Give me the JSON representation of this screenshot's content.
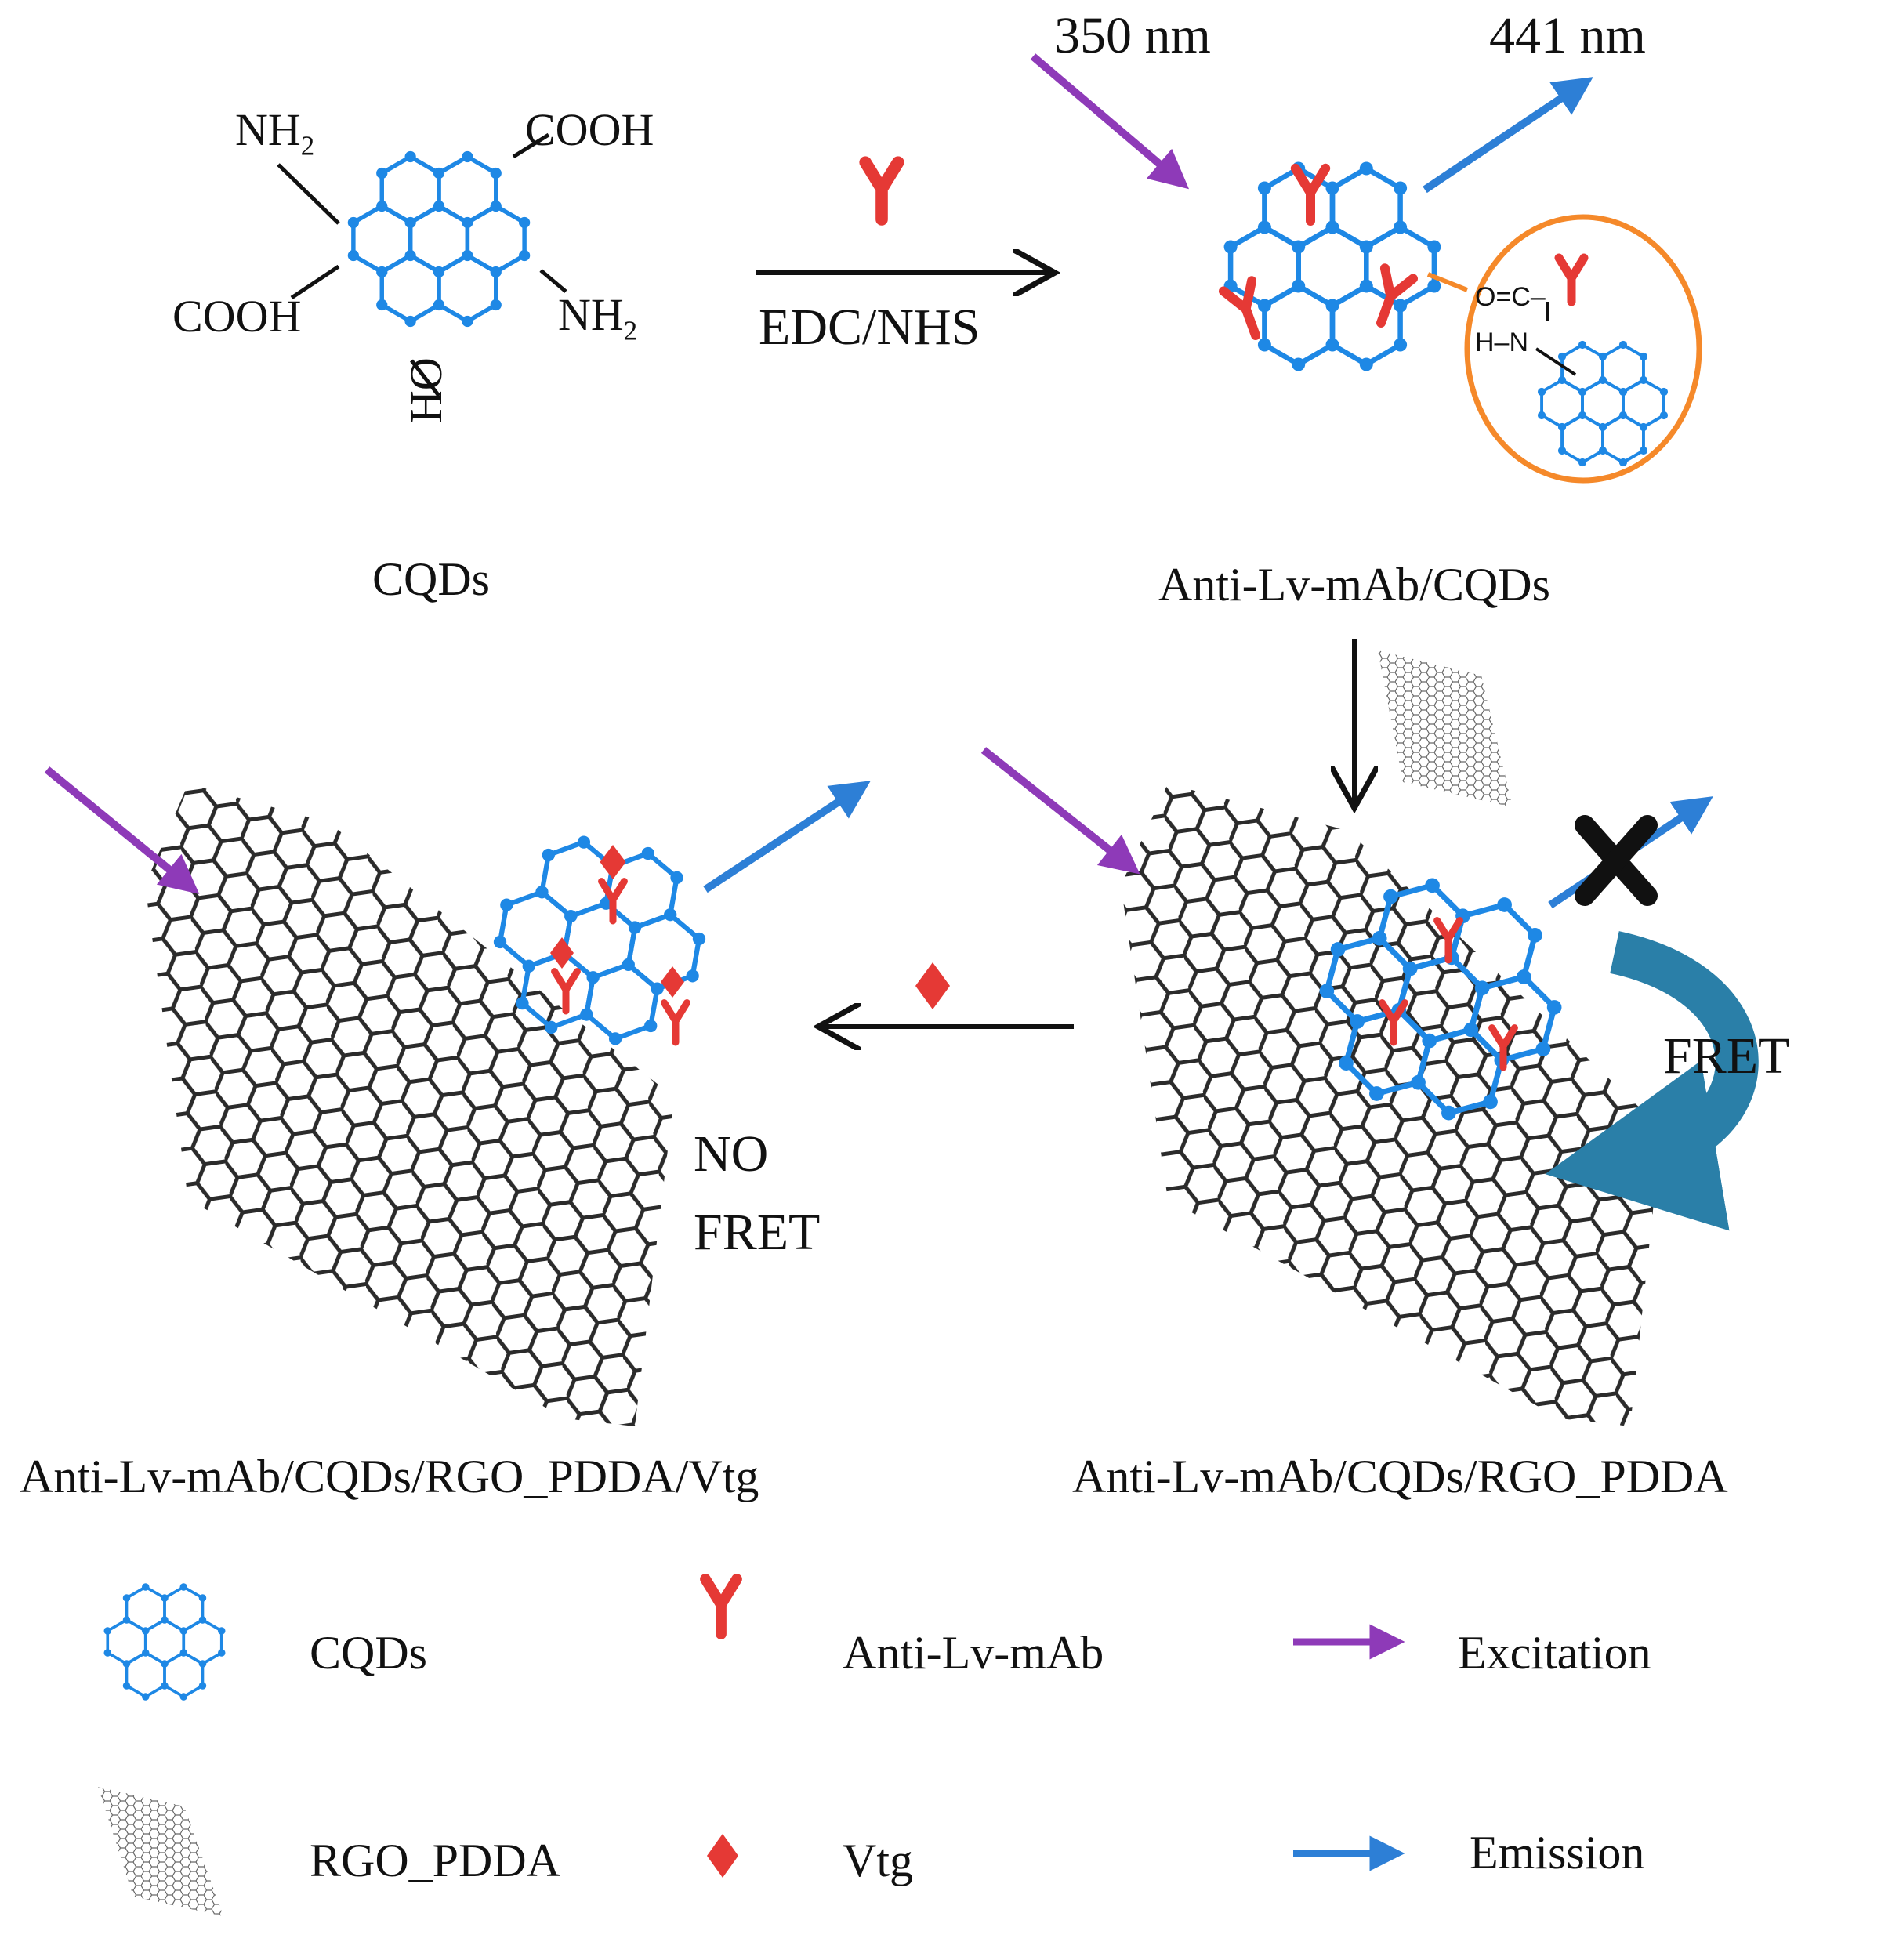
{
  "excitation_wavelength": "350 nm",
  "emission_wavelength": "441 nm",
  "reagent_label": "EDC/NHS",
  "groups": {
    "nh2": "NH",
    "nh2_sub": "2",
    "cooh": "COOH",
    "ho": "HO"
  },
  "inset": {
    "carbonyl": "O=C–",
    "amide": "H–N"
  },
  "products": {
    "cqds": "CQDs",
    "conjugate": "Anti-Lv-mAb/CQDs",
    "quenched": "Anti-Lv-mAb/CQDs/RGO_PDDA",
    "recovered": "Anti-Lv-mAb/CQDs/RGO_PDDA/Vtg"
  },
  "fret_label": "FRET",
  "no_fret_line1": "NO",
  "no_fret_line2": "FRET",
  "legend": [
    {
      "icon": "cqd-icon",
      "label": "CQDs"
    },
    {
      "icon": "antibody-icon",
      "label": "Anti-Lv-mAb"
    },
    {
      "icon": "excitation-arrow-icon",
      "label": "Excitation"
    },
    {
      "icon": "rgo-sheet-icon",
      "label": "RGO_PDDA"
    },
    {
      "icon": "vtg-diamond-icon",
      "label": "Vtg"
    },
    {
      "icon": "emission-arrow-icon",
      "label": "Emission"
    }
  ],
  "colors": {
    "cqd": "#1e88e5",
    "antibody": "#e53935",
    "excitation": "#8e3ab8",
    "emission": "#2d7fd6",
    "fret_arrow": "#2a7fa8",
    "inset_ring": "#f5892a",
    "graphene": "#333333"
  }
}
